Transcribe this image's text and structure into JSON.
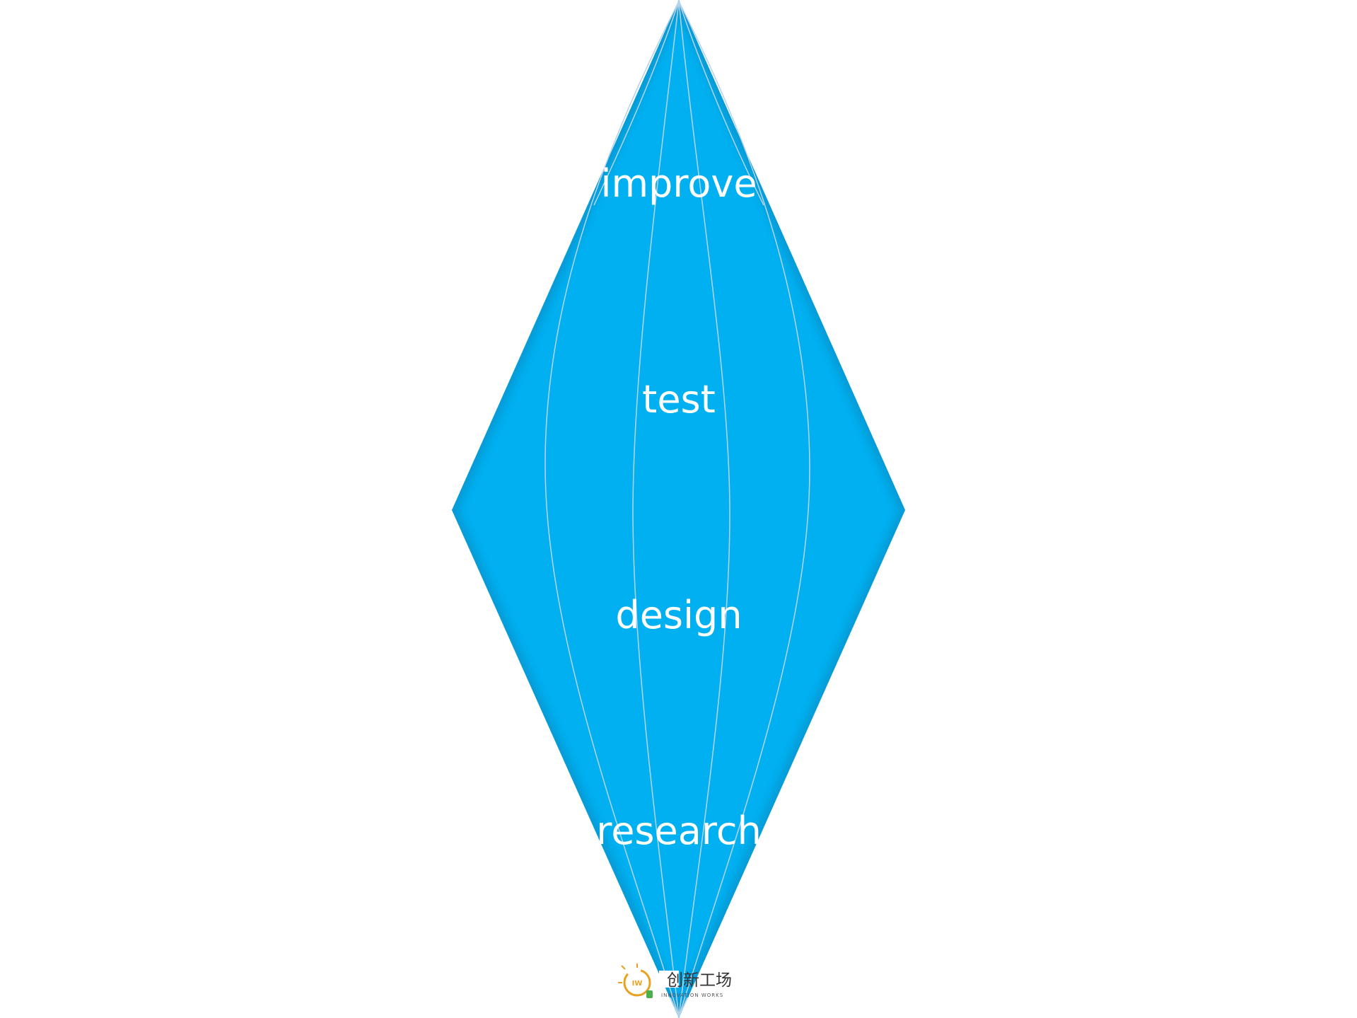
{
  "diagram": {
    "stages": [
      {
        "id": "improve",
        "label": "improve"
      },
      {
        "id": "test",
        "label": "test"
      },
      {
        "id": "design",
        "label": "design"
      },
      {
        "id": "research",
        "label": "research"
      }
    ],
    "colors": {
      "fill": "#00b0f0",
      "edge": "#0a8fc8",
      "meridian": "#b7d3ea",
      "text": "#ffffff"
    }
  },
  "logo": {
    "mark_text": "IW",
    "name": "创新工场",
    "tagline": "INNOVATION WORKS"
  }
}
